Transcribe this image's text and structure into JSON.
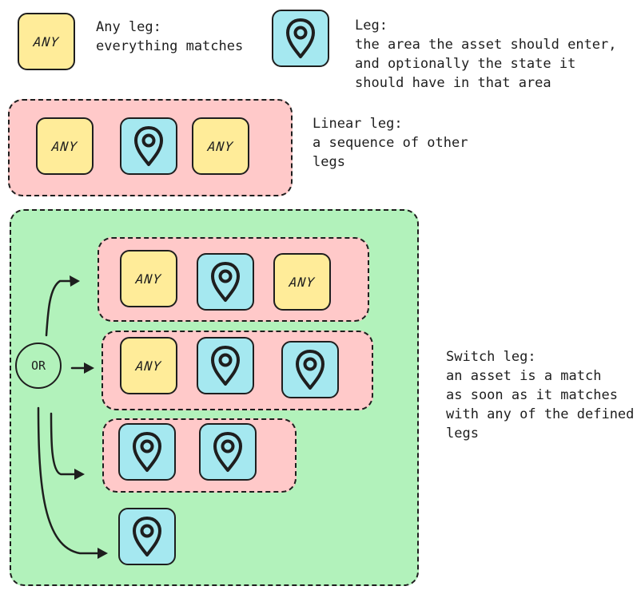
{
  "legend": {
    "any_leg": {
      "tile_label": "ANY",
      "text": "Any leg:\neverything matches"
    },
    "leg": {
      "text": "Leg:\nthe area the asset should enter,\nand optionally the state it\nshould have in that area"
    },
    "linear_leg": {
      "text": "Linear leg:\na sequence of other\nlegs"
    },
    "switch_leg": {
      "text": "Switch leg:\nan asset is a match\nas soon as it matches\nwith any of the defined\nlegs"
    }
  },
  "linear_example": {
    "tiles": [
      "ANY",
      "leg",
      "ANY"
    ]
  },
  "switch_example": {
    "or_label": "OR",
    "rows": [
      [
        "ANY",
        "leg",
        "ANY"
      ],
      [
        "ANY",
        "leg",
        "leg"
      ],
      [
        "leg",
        "leg"
      ],
      [
        "leg"
      ]
    ]
  },
  "colors": {
    "any": "#ffec99",
    "leg": "#a5e8f0",
    "linear_bg": "#ffc9c9",
    "switch_bg": "#b2f2bb",
    "stroke": "#1e1e1e"
  },
  "icons": {
    "leg_icon": "map-pin-icon"
  }
}
